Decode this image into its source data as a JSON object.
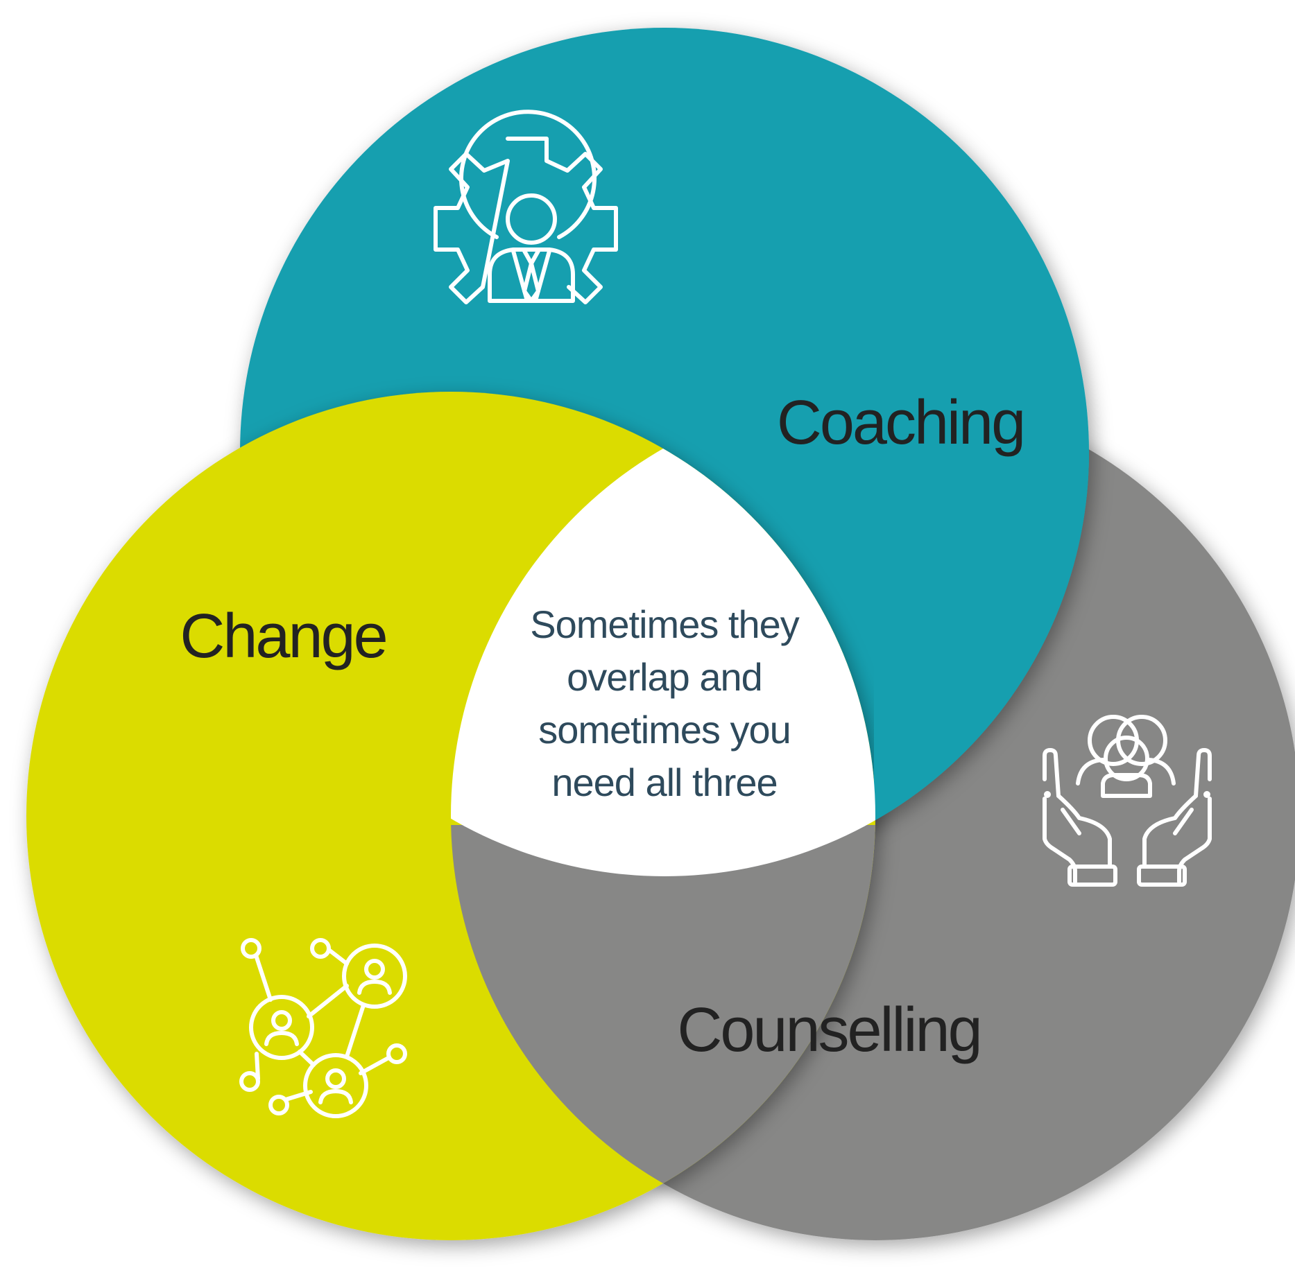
{
  "diagram": {
    "circles": {
      "coaching": {
        "label": "Coaching",
        "color": "#169faf",
        "icon": "gear-person-icon"
      },
      "change": {
        "label": "Change",
        "color": "#dbdc00",
        "icon": "network-people-icon"
      },
      "counselling": {
        "label": "Counselling",
        "color": "#878786",
        "icon": "hands-people-icon"
      }
    },
    "center": {
      "lines": [
        "Sometimes they",
        "overlap and",
        "sometimes you",
        "need all three"
      ]
    },
    "label_color": "#222222",
    "center_text_color": "#2e4a5c",
    "icon_color": "#ffffff"
  }
}
